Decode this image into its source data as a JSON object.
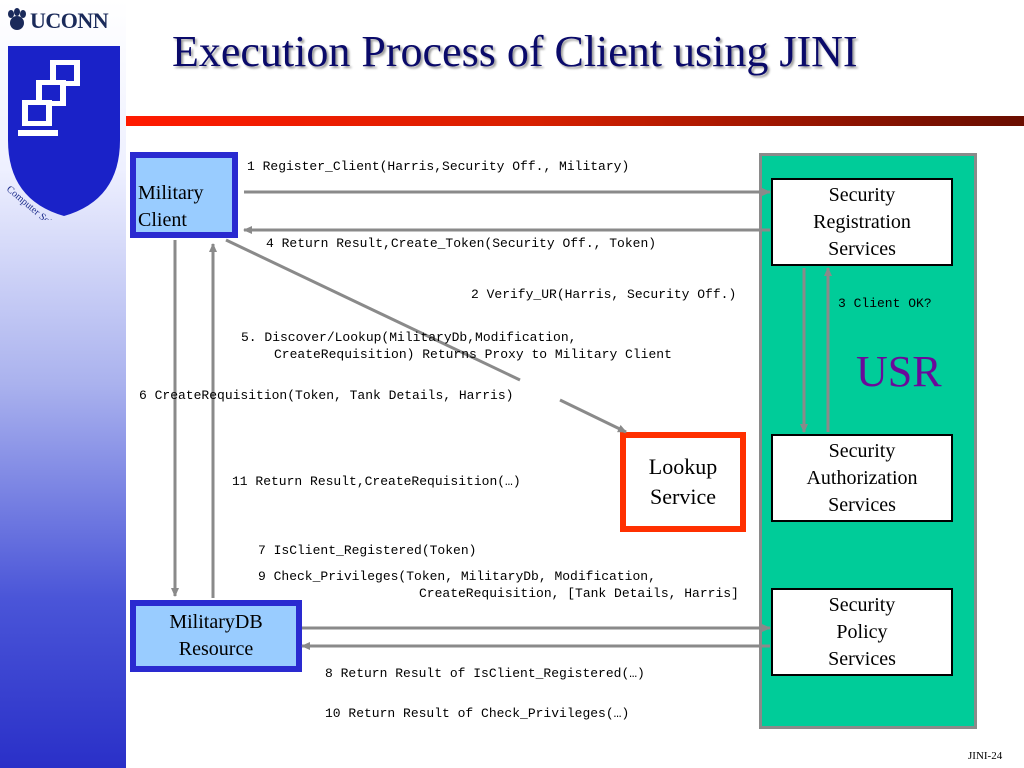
{
  "header": {
    "university": "UCONN",
    "department_seal_text": "Computer Science and Engineering",
    "title": "Execution Process of Client using JINI"
  },
  "nodes": {
    "military_client": [
      "Military",
      "Client"
    ],
    "militarydb_resource": [
      "MilitaryDB",
      "Resource"
    ],
    "lookup_service": [
      "Lookup",
      "Service"
    ],
    "security_registration": [
      "Security",
      "Registration",
      "Services"
    ],
    "security_authorization": [
      "Security",
      "Authorization",
      "Services"
    ],
    "security_policy": [
      "Security",
      "Policy",
      "Services"
    ],
    "usr_label": "USR"
  },
  "messages": {
    "m1": "1 Register_Client(Harris,Security Off., Military)",
    "m2": "2 Verify_UR(Harris, Security Off.)",
    "m3": "3 Client OK?",
    "m4": "4 Return Result,Create_Token(Security Off., Token)",
    "m5_line1": "5. Discover/Lookup(MilitaryDb,Modification,",
    "m5_line2": "CreateRequisition) Returns Proxy to Military Client",
    "m6": "6 CreateRequisition(Token, Tank Details, Harris)",
    "m7": "7 IsClient_Registered(Token)",
    "m8": "8 Return Result of IsClient_Registered(…)",
    "m9_line1": "9 Check_Privileges(Token, MilitaryDb, Modification,",
    "m9_line2": "CreateRequisition, [Tank Details, Harris]",
    "m10": "10 Return Result of Check_Privileges(…)",
    "m11": "11 Return Result,CreateRequisition(…)"
  },
  "footer": {
    "slide_id": "JINI-24"
  },
  "colors": {
    "title": "#0a0a6a",
    "usr_panel": "#00cc99",
    "client_box_fill": "#99ccff",
    "client_box_border": "#2a2ad0",
    "lookup_border": "#ff3000",
    "usr_text": "#6a0a9a",
    "arrow": "#8a8a8a"
  }
}
